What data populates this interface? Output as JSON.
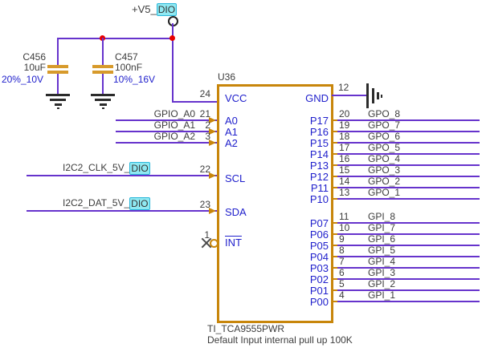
{
  "colors": {
    "wire": "#6633CC",
    "component_outline": "#C8860B",
    "port_text": "#2121CC",
    "net_text": "#3C3C3C",
    "junction_dot": "#E80000",
    "highlight_bg": "#8FE9F2",
    "highlight_border": "#2AB6D9"
  },
  "power_net": {
    "prefix": "+V5_",
    "highlight": "DIO"
  },
  "capacitors": [
    {
      "ref": "C456",
      "value": "10uF",
      "rating": "20%_10V"
    },
    {
      "ref": "C457",
      "value": "100nF",
      "rating": "10%_16V"
    }
  ],
  "left_nets": [
    {
      "label": "GPIO_A0",
      "pin": "21"
    },
    {
      "label": "GPIO_A1",
      "pin": "2"
    },
    {
      "label": "GPIO_A2",
      "pin": "3"
    }
  ],
  "i2c_nets": [
    {
      "prefix": "I2C2_CLK_5V_",
      "highlight": "DIO",
      "pin": "22"
    },
    {
      "prefix": "I2C2_DAT_5V_",
      "highlight": "DIO",
      "pin": "23"
    }
  ],
  "chip": {
    "ref": "U36",
    "part": "TI_TCA9555PWR",
    "note": "Default Input internal pull up 100K",
    "vcc_pin": "24",
    "gnd_pin": "12",
    "int_pin": "1",
    "gnd_port": "GND",
    "left_ports": [
      "VCC",
      "A0",
      "A1",
      "A2",
      "SCL",
      "SDA",
      "INT"
    ],
    "gpo_rows": [
      {
        "port": "P17",
        "pin": "20",
        "net": "GPO_8"
      },
      {
        "port": "P16",
        "pin": "19",
        "net": "GPO_7"
      },
      {
        "port": "P15",
        "pin": "18",
        "net": "GPO_6"
      },
      {
        "port": "P14",
        "pin": "17",
        "net": "GPO_5"
      },
      {
        "port": "P13",
        "pin": "16",
        "net": "GPO_4"
      },
      {
        "port": "P12",
        "pin": "15",
        "net": "GPO_3"
      },
      {
        "port": "P11",
        "pin": "14",
        "net": "GPO_2"
      },
      {
        "port": "P10",
        "pin": "13",
        "net": "GPO_1"
      }
    ],
    "gpi_rows": [
      {
        "port": "P07",
        "pin": "11",
        "net": "GPI_8"
      },
      {
        "port": "P06",
        "pin": "10",
        "net": "GPI_7"
      },
      {
        "port": "P05",
        "pin": "9",
        "net": "GPI_6"
      },
      {
        "port": "P04",
        "pin": "8",
        "net": "GPI_5"
      },
      {
        "port": "P03",
        "pin": "7",
        "net": "GPI_4"
      },
      {
        "port": "P02",
        "pin": "6",
        "net": "GPI_3"
      },
      {
        "port": "P01",
        "pin": "5",
        "net": "GPI_2"
      },
      {
        "port": "P00",
        "pin": "4",
        "net": "GPI_1"
      }
    ]
  }
}
